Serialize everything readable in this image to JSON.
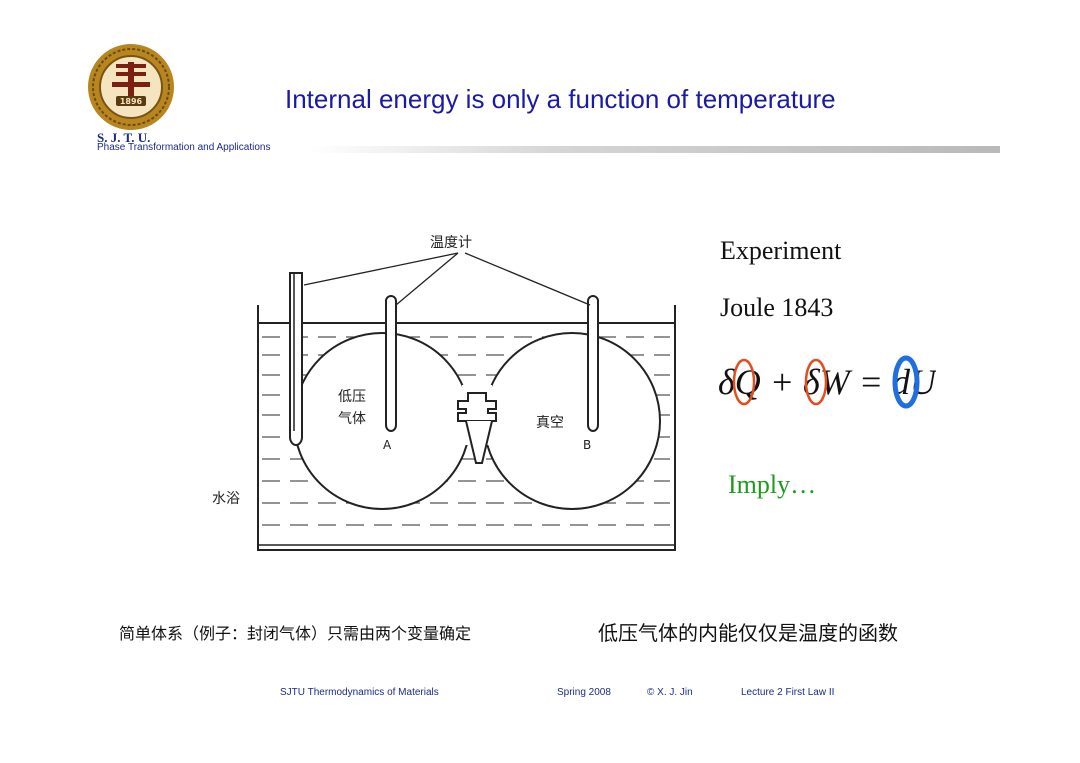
{
  "header": {
    "org": "S. J. T. U.",
    "department": "Phase Transformation and Applications",
    "title": "Internal energy is only a function of temperature"
  },
  "logo": {
    "year": "1896"
  },
  "figure": {
    "thermometer_label": "温度计",
    "vessel_a_label_line1": "低压",
    "vessel_a_label_line2": "气体",
    "vessel_a_letter": "A",
    "vessel_b_label": "真空",
    "vessel_b_letter": "B",
    "bath_label": "水浴"
  },
  "side": {
    "experiment": "Experiment",
    "joule": "Joule 1843",
    "equation": "δQ + δW = dU",
    "imply": "Imply…"
  },
  "notes": {
    "left": "简单体系（例子：封闭气体）只需由两个变量确定",
    "right": "低压气体的内能仅仅是温度的函数"
  },
  "footer": {
    "course": "SJTU Thermodynamics of Materials",
    "term": "Spring 2008",
    "author": "© X. J. Jin",
    "lecture": "Lecture 2 First Law II"
  },
  "colors": {
    "title": "#1a1aa6",
    "imply": "#1e9b1e",
    "circle_red": "#e0501e",
    "circle_blue": "#1f6fe0"
  }
}
